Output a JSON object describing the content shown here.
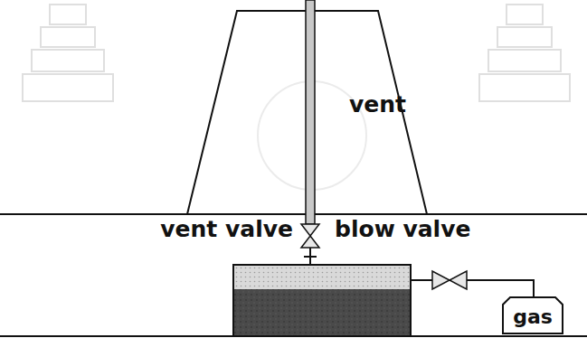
{
  "diagram": {
    "nodes": [
      {
        "text": [
          "gas"
        ]
      }
    ],
    "labels": [
      "vent",
      "vent valve",
      "blow valve"
    ]
  }
}
